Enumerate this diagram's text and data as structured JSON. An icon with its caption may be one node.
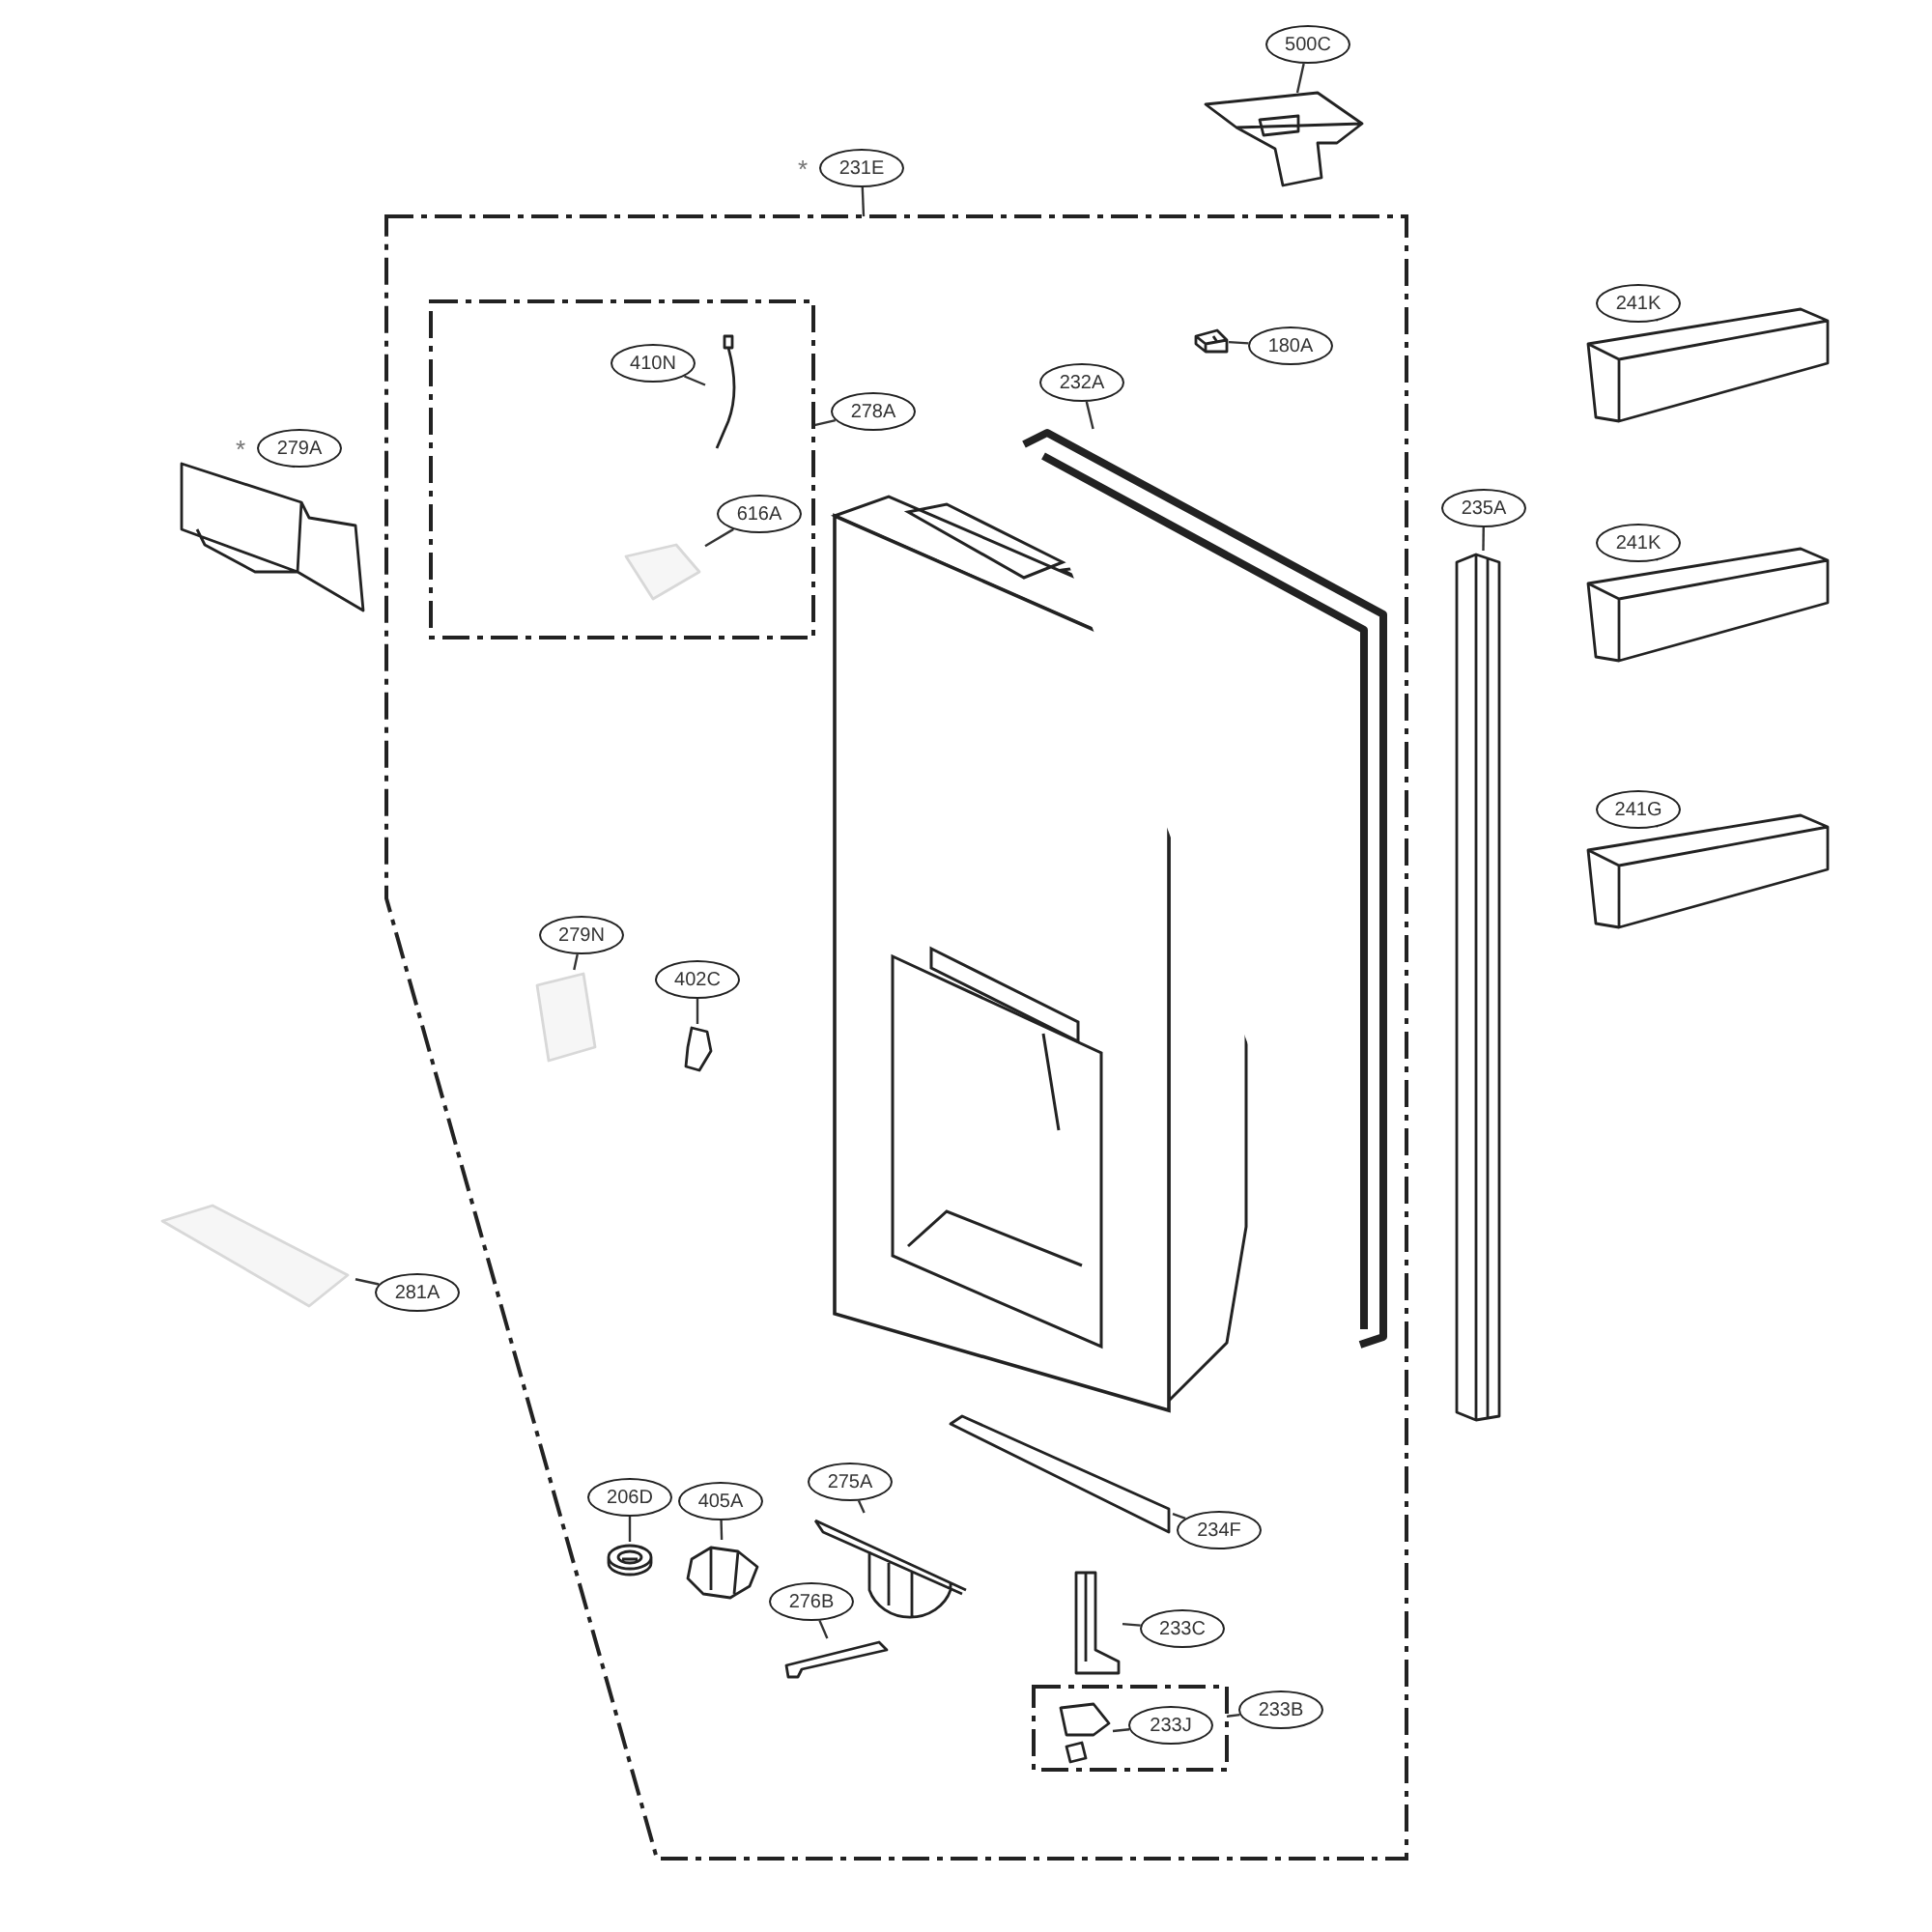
{
  "diagram": {
    "nodes": [
      {
        "text": [
          "500C"
        ]
      },
      {
        "text": [],
        "shape": "picture"
      },
      {
        "text": [
          "231E"
        ],
        "beside": [
          "*"
        ]
      },
      {
        "text": [],
        "shape": "box"
      },
      {
        "text": [
          "180A"
        ],
        "in": 3
      },
      {
        "text": [],
        "shape": "picture",
        "in": 3
      },
      {
        "text": [],
        "shape": "box",
        "in": 3
      },
      {
        "text": [
          "410N"
        ],
        "in": 6
      },
      {
        "text": [],
        "shape": "picture",
        "in": 6
      },
      {
        "text": [
          "616A"
        ],
        "in": 6
      },
      {
        "text": [],
        "shape": "picture",
        "in": 6
      },
      {
        "text": [
          "278A"
        ],
        "in": 3
      },
      {
        "text": [
          "232A"
        ],
        "in": 3
      },
      {
        "text": [],
        "shape": "picture",
        "in": 3
      },
      {
        "text": [
          "279N"
        ],
        "in": 3
      },
      {
        "text": [],
        "shape": "picture",
        "in": 3
      },
      {
        "text": [
          "402C"
        ],
        "in": 3
      },
      {
        "text": [],
        "shape": "picture",
        "in": 3
      },
      {
        "text": [
          "206D"
        ],
        "in": 3
      },
      {
        "text": [],
        "shape": "picture",
        "in": 3
      },
      {
        "text": [
          "405A"
        ],
        "in": 3
      },
      {
        "text": [],
        "shape": "picture",
        "in": 3
      },
      {
        "text": [
          "275A"
        ],
        "in": 3
      },
      {
        "text": [],
        "shape": "picture",
        "in": 3
      },
      {
        "text": [
          "276B"
        ],
        "in": 3
      },
      {
        "text": [],
        "shape": "picture",
        "in": 3
      },
      {
        "text": [
          "234F"
        ],
        "in": 3
      },
      {
        "text": [],
        "shape": "picture",
        "in": 3
      },
      {
        "text": [
          "233C"
        ],
        "in": 3
      },
      {
        "text": [],
        "shape": "picture",
        "in": 3
      },
      {
        "text": [],
        "shape": "box",
        "in": 3
      },
      {
        "text": [
          "233J"
        ],
        "in": 30
      },
      {
        "text": [],
        "shape": "picture",
        "in": 30
      },
      {
        "text": [
          "233B"
        ],
        "in": 3
      },
      {
        "text": [
          "279A"
        ],
        "beside": [
          "*"
        ]
      },
      {
        "text": [],
        "shape": "picture"
      },
      {
        "text": [
          "281A"
        ]
      },
      {
        "text": [],
        "shape": "picture"
      },
      {
        "text": [
          "235A"
        ]
      },
      {
        "text": [],
        "shape": "picture"
      },
      {
        "text": [
          "241K"
        ]
      },
      {
        "text": [],
        "shape": "picture"
      },
      {
        "text": [
          "241K"
        ]
      },
      {
        "text": [],
        "shape": "picture"
      },
      {
        "text": [
          "241G"
        ]
      },
      {
        "text": [],
        "shape": "picture"
      }
    ],
    "edges": [
      {
        "from": 0,
        "to": 1,
        "arrow": "none"
      },
      {
        "from": 2,
        "to": 3,
        "arrow": "none"
      },
      {
        "from": 4,
        "to": 5,
        "arrow": "none"
      },
      {
        "from": 7,
        "to": 8,
        "arrow": "none"
      },
      {
        "from": 9,
        "to": 10,
        "arrow": "none"
      },
      {
        "from": 11,
        "to": 6,
        "arrow": "none"
      },
      {
        "from": 12,
        "to": 13,
        "arrow": "none"
      },
      {
        "from": 14,
        "to": 15,
        "arrow": "none"
      },
      {
        "from": 16,
        "to": 17,
        "arrow": "none"
      },
      {
        "from": 18,
        "to": 19,
        "arrow": "none"
      },
      {
        "from": 20,
        "to": 21,
        "arrow": "none"
      },
      {
        "from": 22,
        "to": 23,
        "arrow": "none"
      },
      {
        "from": 24,
        "to": 25,
        "arrow": "none"
      },
      {
        "from": 26,
        "to": 27,
        "arrow": "none"
      },
      {
        "from": 28,
        "to": 29,
        "arrow": "none"
      },
      {
        "from": 31,
        "to": 32,
        "arrow": "none"
      },
      {
        "from": 33,
        "to": 30,
        "arrow": "none"
      },
      {
        "from": 34,
        "to": 35,
        "arrow": "none"
      },
      {
        "from": 36,
        "to": 37,
        "arrow": "none"
      },
      {
        "from": 38,
        "to": 39,
        "arrow": "none"
      },
      {
        "from": 40,
        "to": 41,
        "arrow": "none"
      },
      {
        "from": 42,
        "to": 43,
        "arrow": "none"
      },
      {
        "from": 44,
        "to": 45,
        "arrow": "none"
      }
    ]
  }
}
